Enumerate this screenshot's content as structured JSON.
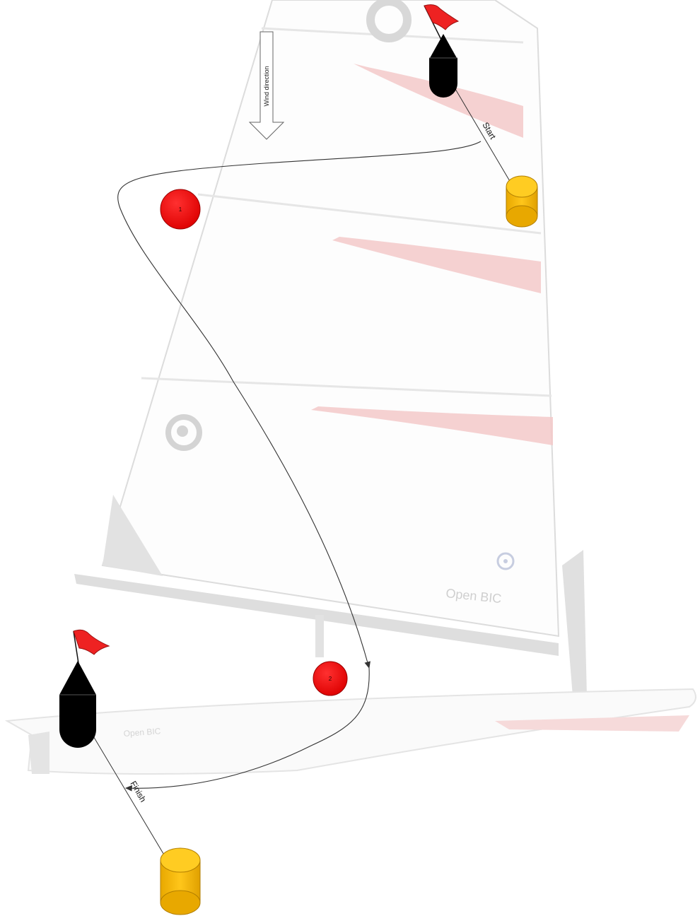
{
  "wind": {
    "label": "Wind direction"
  },
  "lines": {
    "start_label": "Start",
    "finish_label": "Finish"
  },
  "marks": [
    {
      "id": "mark-1",
      "label": "1"
    },
    {
      "id": "mark-2",
      "label": "2"
    }
  ],
  "background": {
    "sail_logo": "Open BIC",
    "hull_logo": "Open BIC"
  },
  "colors": {
    "mark_red": "#ee1111",
    "buoy_yellow": "#f0b400",
    "committee_boat": "#000000",
    "flag_red": "#ee1111",
    "sail_stripe": "#e53935"
  }
}
